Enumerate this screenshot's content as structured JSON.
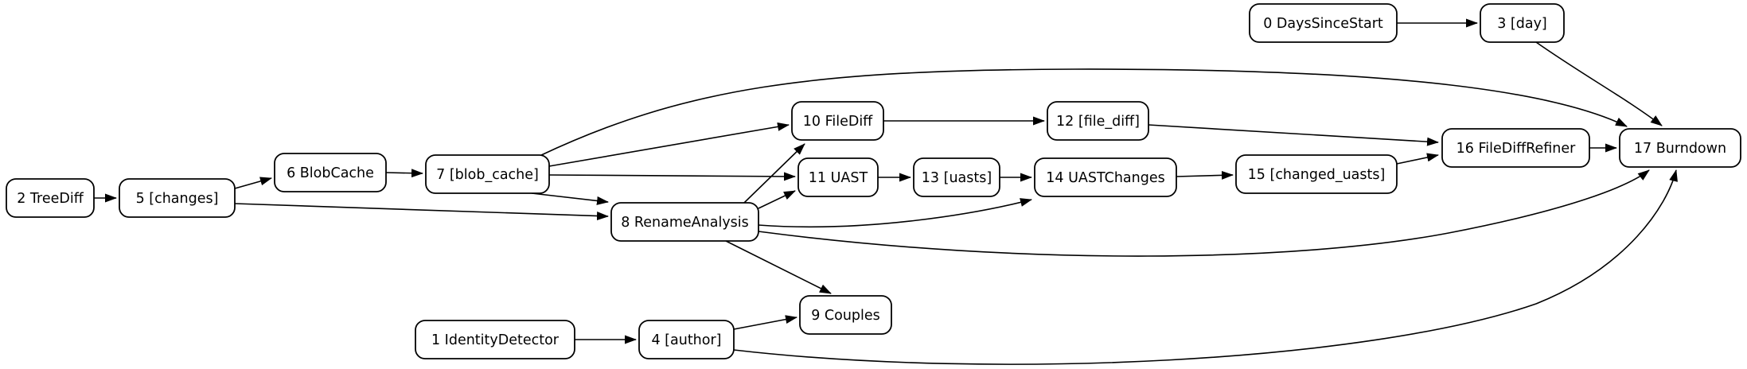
{
  "figure": {
    "kind": "pipeline-dependency-graph",
    "background_color": "#ffffff",
    "node_fill_color": "#ffffff",
    "node_border_color": "#000000",
    "edge_color": "#000000",
    "text_color": "#000000"
  },
  "graph": {
    "nodes": [
      {
        "id": "0",
        "label": "0 DaysSinceStart"
      },
      {
        "id": "1",
        "label": "1 IdentityDetector"
      },
      {
        "id": "2",
        "label": "2 TreeDiff"
      },
      {
        "id": "3",
        "label": "3 [day]"
      },
      {
        "id": "4",
        "label": "4 [author]"
      },
      {
        "id": "5",
        "label": "5 [changes]"
      },
      {
        "id": "6",
        "label": "6 BlobCache"
      },
      {
        "id": "7",
        "label": "7 [blob_cache]"
      },
      {
        "id": "8",
        "label": "8 RenameAnalysis"
      },
      {
        "id": "9",
        "label": "9 Couples"
      },
      {
        "id": "10",
        "label": "10 FileDiff"
      },
      {
        "id": "11",
        "label": "11 UAST"
      },
      {
        "id": "12",
        "label": "12 [file_diff]"
      },
      {
        "id": "13",
        "label": "13 [uasts]"
      },
      {
        "id": "14",
        "label": "14 UASTChanges"
      },
      {
        "id": "15",
        "label": "15 [changed_uasts]"
      },
      {
        "id": "16",
        "label": "16 FileDiffRefiner"
      },
      {
        "id": "17",
        "label": "17 Burndown"
      }
    ],
    "edges": [
      {
        "from": "0",
        "to": "3"
      },
      {
        "from": "1",
        "to": "4"
      },
      {
        "from": "2",
        "to": "5"
      },
      {
        "from": "3",
        "to": "17"
      },
      {
        "from": "4",
        "to": "9"
      },
      {
        "from": "4",
        "to": "17"
      },
      {
        "from": "5",
        "to": "6"
      },
      {
        "from": "5",
        "to": "8"
      },
      {
        "from": "6",
        "to": "7"
      },
      {
        "from": "7",
        "to": "8"
      },
      {
        "from": "7",
        "to": "10"
      },
      {
        "from": "7",
        "to": "11"
      },
      {
        "from": "7",
        "to": "17"
      },
      {
        "from": "8",
        "to": "9"
      },
      {
        "from": "8",
        "to": "10"
      },
      {
        "from": "8",
        "to": "11"
      },
      {
        "from": "8",
        "to": "14"
      },
      {
        "from": "8",
        "to": "17"
      },
      {
        "from": "10",
        "to": "12"
      },
      {
        "from": "11",
        "to": "13"
      },
      {
        "from": "12",
        "to": "16"
      },
      {
        "from": "13",
        "to": "14"
      },
      {
        "from": "14",
        "to": "15"
      },
      {
        "from": "15",
        "to": "16"
      },
      {
        "from": "16",
        "to": "17"
      }
    ]
  }
}
